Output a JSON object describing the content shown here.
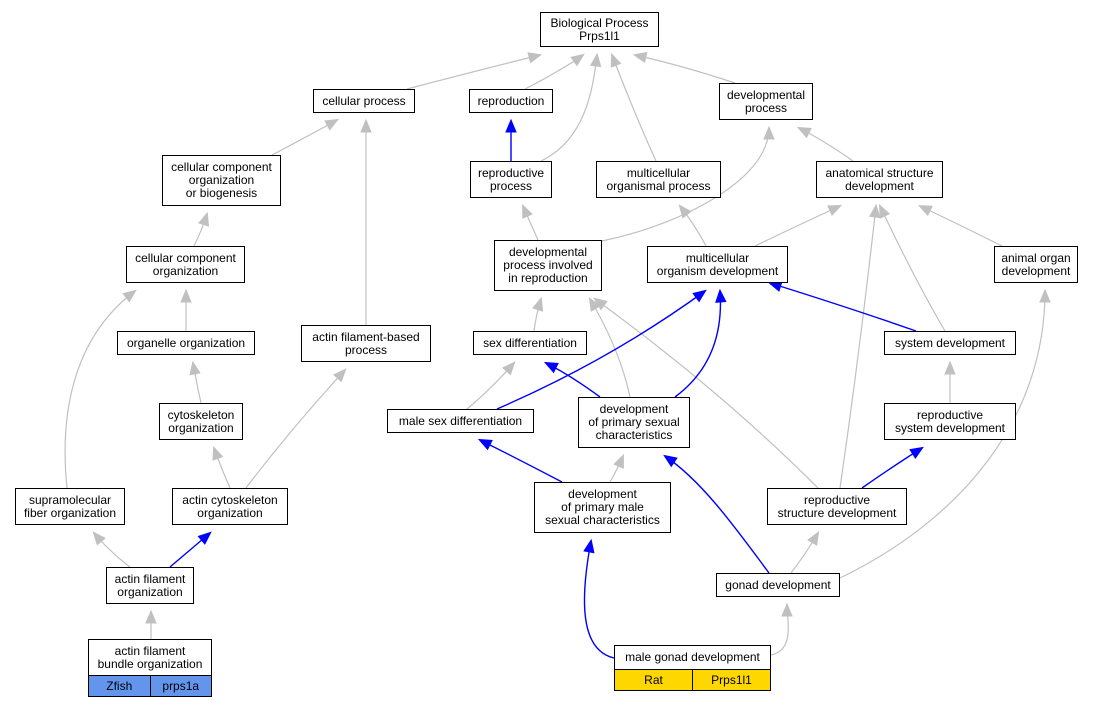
{
  "colors": {
    "regulates_edge": "#0000ff",
    "is_a_edge": "#c0c0c0",
    "zfish": "#6495ed",
    "rat": "#ffd700"
  },
  "nodes": {
    "bp": "Biological Process\nPrps1l1",
    "cellular_process": "cellular process",
    "reproduction": "reproduction",
    "developmental_process": "developmental\nprocess",
    "ccob": "cellular component\norganization\nor biogenesis",
    "reproductive_process": "reproductive\nprocess",
    "multicellular_organismal_process": "multicellular\norganismal process",
    "anatomical_structure_development": "anatomical structure\ndevelopment",
    "cco": "cellular component\norganization",
    "dpir": "developmental\nprocess involved\nin reproduction",
    "mod": "multicellular\norganism development",
    "animal_organ_development": "animal organ\ndevelopment",
    "organelle_organization": "organelle organization",
    "actin_filament_based_process": "actin filament-based\nprocess",
    "sex_differentiation": "sex differentiation",
    "system_development": "system development",
    "cytoskeleton_organization": "cytoskeleton\norganization",
    "male_sex_differentiation": "male sex differentiation",
    "dpsc": "development\nof primary sexual\ncharacteristics",
    "reproductive_system_development": "reproductive\nsystem development",
    "supramolecular_fiber_organization": "supramolecular\nfiber organization",
    "actin_cytoskeleton_organization": "actin cytoskeleton\norganization",
    "dpmsc": "development\nof primary male\nsexual characteristics",
    "rsd": "reproductive\nstructure development",
    "actin_filament_organization": "actin filament\norganization",
    "gonad_development": "gonad development",
    "afbo": "actin filament\nbundle organization",
    "male_gonad_development": "male gonad development"
  },
  "species": {
    "zfish": {
      "species": "Zfish",
      "gene": "prps1a"
    },
    "rat": {
      "species": "Rat",
      "gene": "Prps1l1"
    }
  }
}
